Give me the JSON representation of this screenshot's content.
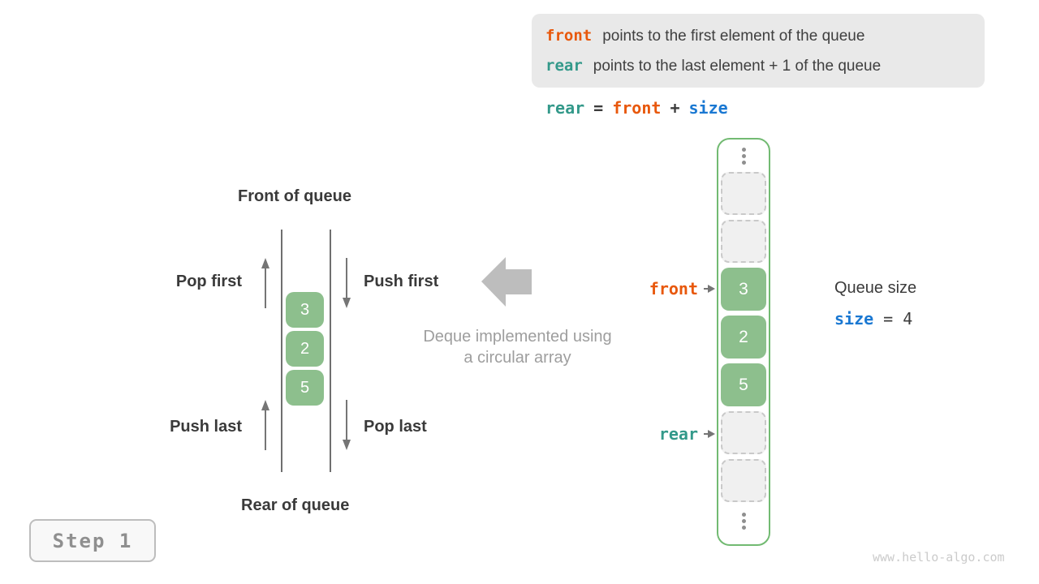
{
  "info_box": {
    "lines": [
      {
        "keyword": "front",
        "text": "points to the first element of the queue"
      },
      {
        "keyword": "rear",
        "text": "points to the last element + 1 of the queue"
      }
    ]
  },
  "formula": {
    "rear": "rear",
    "eq": "=",
    "front": "front",
    "plus": "+",
    "size": "size"
  },
  "left_diagram": {
    "front_label": "Front of queue",
    "rear_label": "Rear of queue",
    "pop_first": "Pop first",
    "push_first": "Push first",
    "push_last": "Push last",
    "pop_last": "Pop last",
    "values": [
      "3",
      "2",
      "5"
    ]
  },
  "caption": {
    "line1": "Deque implemented using",
    "line2": "a circular array"
  },
  "array": {
    "cells": [
      {
        "type": "empty",
        "value": ""
      },
      {
        "type": "empty",
        "value": ""
      },
      {
        "type": "filled",
        "value": "3"
      },
      {
        "type": "filled",
        "value": "2"
      },
      {
        "type": "filled",
        "value": "5"
      },
      {
        "type": "empty",
        "value": ""
      },
      {
        "type": "empty",
        "value": ""
      }
    ],
    "front_pointer": "front",
    "rear_pointer": "rear"
  },
  "queue_size": {
    "title": "Queue size",
    "keyword": "size",
    "eq": "=",
    "value": "4"
  },
  "step_badge": "Step 1",
  "watermark": "www.hello-algo.com",
  "icons": {
    "pointer_arrow": "triangle-right",
    "big_arrow": "block-arrow-left",
    "ellipsis": "vertical-dots"
  },
  "colors": {
    "front": "#e8580c",
    "rear": "#33998a",
    "size": "#1a78d2",
    "cell_green": "#8dbf8d",
    "border_green": "#72ba72"
  }
}
